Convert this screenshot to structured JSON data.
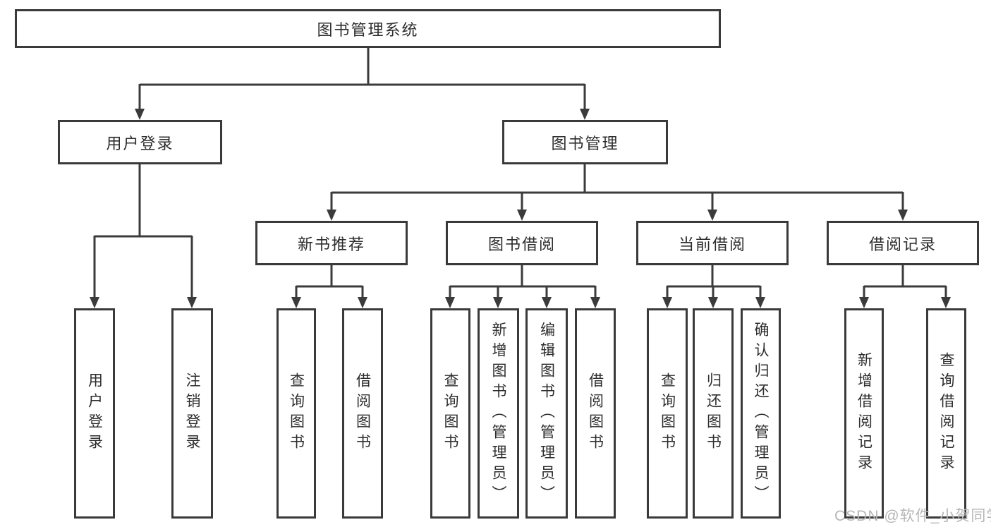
{
  "diagram": {
    "root": {
      "label": "图书管理系统"
    },
    "level2": [
      {
        "label": "用户登录"
      },
      {
        "label": "图书管理"
      }
    ],
    "level3": [
      {
        "label": "新书推荐"
      },
      {
        "label": "图书借阅"
      },
      {
        "label": "当前借阅"
      },
      {
        "label": "借阅记录"
      }
    ],
    "leaves": [
      {
        "label": "用户登录"
      },
      {
        "label": "注销登录"
      },
      {
        "label": "查询图书"
      },
      {
        "label": "借阅图书"
      },
      {
        "label": "查询图书"
      },
      {
        "label": "新增图书（管理员）"
      },
      {
        "label": "编辑图书（管理员）"
      },
      {
        "label": "借阅图书"
      },
      {
        "label": "查询图书"
      },
      {
        "label": "归还图书"
      },
      {
        "label": "确认归还（管理员）"
      },
      {
        "label": "新增借阅记录"
      },
      {
        "label": "查询借阅记录"
      }
    ]
  },
  "watermark": {
    "text": "CSDN @软件_小贺同学"
  },
  "colors": {
    "line": "#3b3b3b",
    "border": "#3a3a3a",
    "text": "#2d2d2d",
    "watermark": "#b6b6b6"
  }
}
